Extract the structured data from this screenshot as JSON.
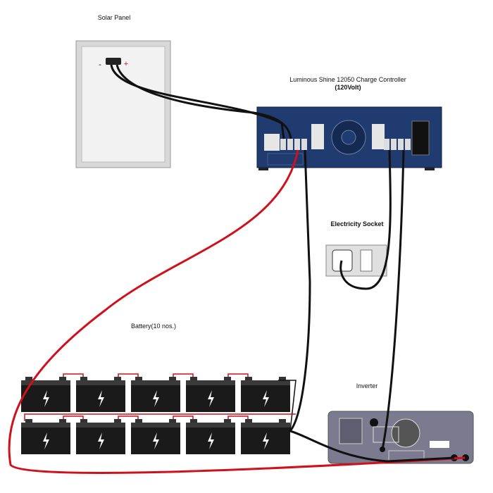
{
  "labels": {
    "solar_panel": "Solar Panel",
    "controller_title": "Luminous Shine 12050 Charge Controller",
    "controller_voltage": "(120Volt)",
    "electricity_socket": "Electricity Socket",
    "battery": "Battery(10 nos.)",
    "inverter": "Inverter",
    "panel_minus": "-",
    "panel_plus": "+"
  },
  "colors": {
    "controller": "#1f3b6f",
    "inverter": "#7b7a8e",
    "positive_wire": "#d0101a",
    "negative_wire": "#111111"
  },
  "battery_count": 10
}
